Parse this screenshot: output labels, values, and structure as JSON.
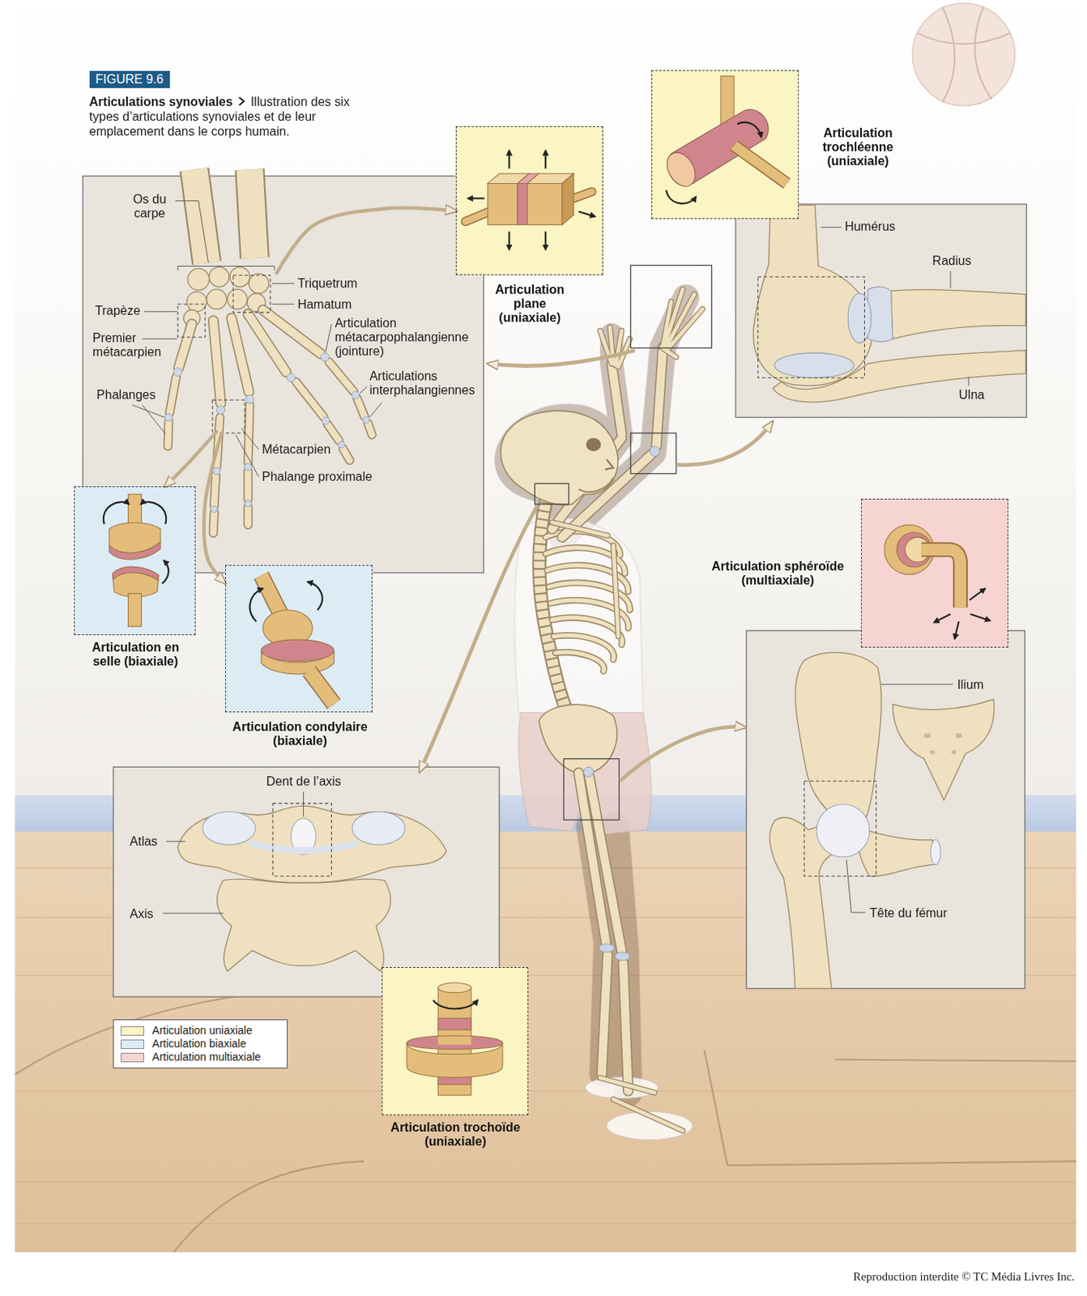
{
  "diagram": {
    "title": "Articulations synoviales",
    "caption": "Illustration des six types d’articulations synoviales et de leur emplacement dans le corps humain.",
    "nodes": [
      {
        "text": [
          "Os du carpe",
          "Triquetrum",
          "Hamatum",
          "Trapèze",
          "Premier métacarpien",
          "Articulation métacarpophalangienne (jointure)",
          "Articulations interphalangiennes",
          "Phalanges",
          "Métacarpien",
          "Phalange proximale"
        ]
      },
      {
        "text": [
          "Articulation plane (uniaxiale)"
        ]
      },
      {
        "text": [
          "Articulation trochléenne (uniaxiale)"
        ]
      },
      {
        "text": [
          "Humérus",
          "Radius",
          "Ulna"
        ]
      },
      {
        "text": [
          "Articulation en selle (biaxiale)"
        ]
      },
      {
        "text": [
          "Articulation condylaire (biaxiale)"
        ]
      },
      {
        "text": [
          "Articulation sphéroïde (multiaxiale)"
        ]
      },
      {
        "text": [
          "Ilium",
          "Tête du fémur"
        ]
      },
      {
        "text": [
          "Dent de l’axis",
          "Atlas",
          "Axis"
        ]
      },
      {
        "text": [
          "Articulation trochoïde (uniaxiale)"
        ]
      }
    ],
    "edges": [
      {
        "from": 0,
        "to": 1,
        "arrow": "to"
      },
      {
        "from": 0,
        "to": 4,
        "arrow": "to"
      },
      {
        "from": 0,
        "to": 5,
        "arrow": "to"
      }
    ],
    "labels": [
      "FIGURE 9.6",
      "Reproduction interdite © TC Média Livres Inc."
    ],
    "legend": [
      {
        "text": "Articulation uniaxiale",
        "color": "#fbf4c3"
      },
      {
        "text": "Articulation biaxiale",
        "color": "#ddebf5"
      },
      {
        "text": "Articulation multiaxiale",
        "color": "#f6d4d1"
      }
    ]
  }
}
